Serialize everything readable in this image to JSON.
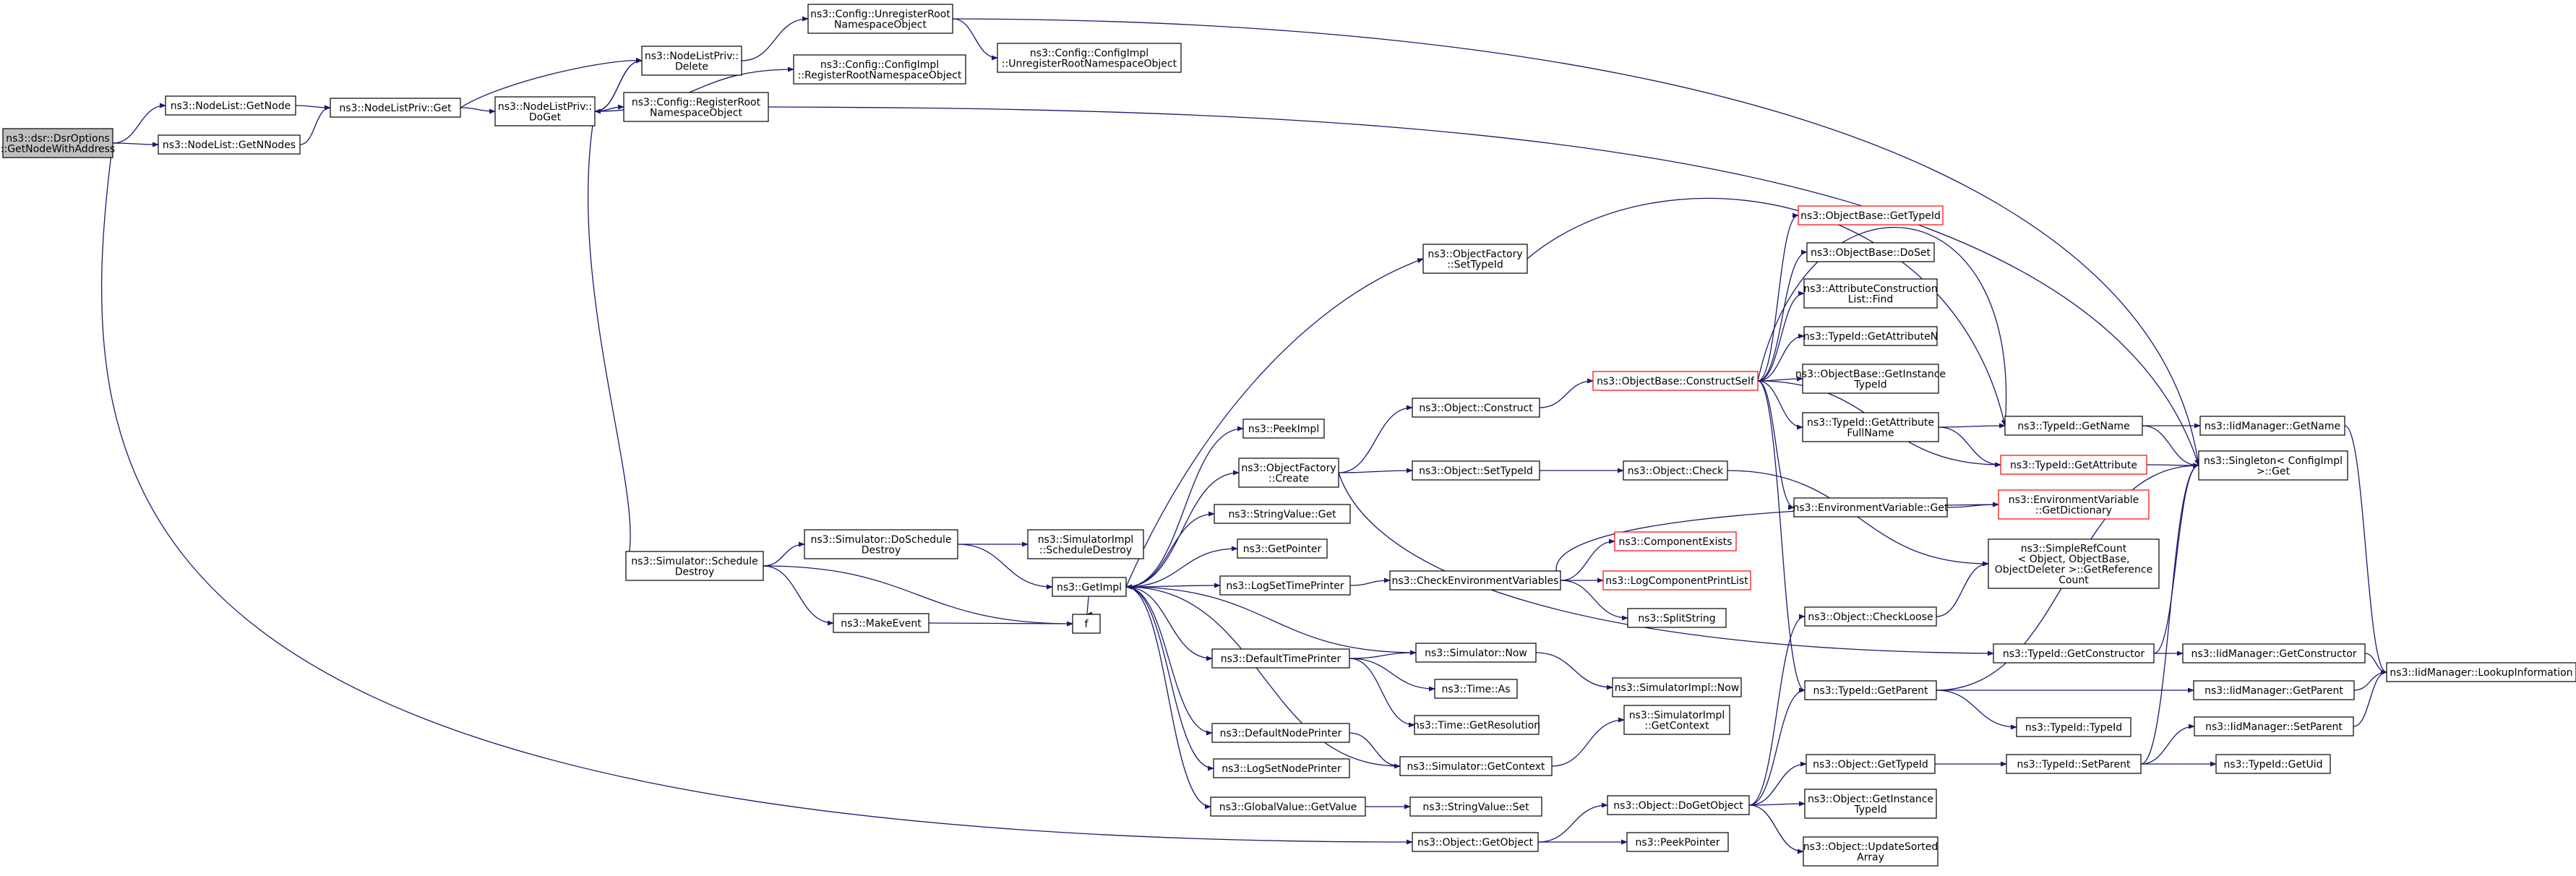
{
  "colors": {
    "edge": "#191970",
    "node_border": "#000000",
    "broken_border": "#ff0000",
    "root_fill": "#bfbfbf",
    "node_fill": "#ffffff"
  },
  "nodes": {
    "root": {
      "lines": [
        "ns3::dsr::DsrOptions",
        "::GetNodeWithAddress"
      ],
      "root": true
    },
    "nl_getnode": {
      "lines": [
        "ns3::NodeList::GetNode"
      ]
    },
    "nl_getnnodes": {
      "lines": [
        "ns3::NodeList::GetNNodes"
      ]
    },
    "nlp_get": {
      "lines": [
        "ns3::NodeListPriv::Get"
      ]
    },
    "nlp_delete": {
      "lines": [
        "ns3::NodeListPriv::",
        "Delete"
      ]
    },
    "nlp_doget": {
      "lines": [
        "ns3::NodeListPriv::",
        "DoGet"
      ]
    },
    "cfg_unreg": {
      "lines": [
        "ns3::Config::UnregisterRoot",
        "NamespaceObject"
      ]
    },
    "cfgimpl_reg": {
      "lines": [
        "ns3::Config::ConfigImpl",
        "::RegisterRootNamespaceObject"
      ]
    },
    "cfg_reg": {
      "lines": [
        "ns3::Config::RegisterRoot",
        "NamespaceObject"
      ]
    },
    "cfgimpl_unreg": {
      "lines": [
        "ns3::Config::ConfigImpl",
        "::UnregisterRootNamespaceObject"
      ]
    },
    "sim_schedule_destroy": {
      "lines": [
        "ns3::Simulator::Schedule",
        "Destroy"
      ]
    },
    "sim_doschedule_destroy": {
      "lines": [
        "ns3::Simulator::DoSchedule",
        "Destroy"
      ]
    },
    "simimpl_schedule_destroy": {
      "lines": [
        "ns3::SimulatorImpl",
        "::ScheduleDestroy"
      ]
    },
    "makeevent": {
      "lines": [
        "ns3::MakeEvent"
      ]
    },
    "getimpl": {
      "lines": [
        "ns3::GetImpl"
      ]
    },
    "f": {
      "lines": [
        "f"
      ]
    },
    "of_settypeid": {
      "lines": [
        "ns3::ObjectFactory",
        "::SetTypeId"
      ]
    },
    "peekimpl": {
      "lines": [
        "ns3::PeekImpl"
      ]
    },
    "of_create": {
      "lines": [
        "ns3::ObjectFactory",
        "::Create"
      ]
    },
    "stringvalue_get": {
      "lines": [
        "ns3::StringValue::Get"
      ]
    },
    "getpointer": {
      "lines": [
        "ns3::GetPointer"
      ]
    },
    "logsettimeprinter": {
      "lines": [
        "ns3::LogSetTimePrinter"
      ]
    },
    "defaulttimeprinter": {
      "lines": [
        "ns3::DefaultTimePrinter"
      ]
    },
    "defaultnodeprinter": {
      "lines": [
        "ns3::DefaultNodePrinter"
      ]
    },
    "logsetnodeprinter": {
      "lines": [
        "ns3::LogSetNodePrinter"
      ]
    },
    "gv_getvalue": {
      "lines": [
        "ns3::GlobalValue::GetValue"
      ]
    },
    "obj_getobject": {
      "lines": [
        "ns3::Object::GetObject"
      ]
    },
    "obj_construct": {
      "lines": [
        "ns3::Object::Construct"
      ]
    },
    "obj_settypeid": {
      "lines": [
        "ns3::Object::SetTypeId"
      ]
    },
    "checkenvvars": {
      "lines": [
        "ns3::CheckEnvironmentVariables"
      ]
    },
    "sim_now": {
      "lines": [
        "ns3::Simulator::Now"
      ]
    },
    "time_as": {
      "lines": [
        "ns3::Time::As"
      ]
    },
    "time_getres": {
      "lines": [
        "ns3::Time::GetResolution"
      ]
    },
    "sim_getcontext": {
      "lines": [
        "ns3::Simulator::GetContext"
      ]
    },
    "stringvalue_set": {
      "lines": [
        "ns3::StringValue::Set"
      ]
    },
    "ob_constructself": {
      "lines": [
        "ns3::ObjectBase::ConstructSelf"
      ],
      "broken": true
    },
    "obj_check": {
      "lines": [
        "ns3::Object::Check"
      ]
    },
    "componentexists": {
      "lines": [
        "ns3::ComponentExists"
      ],
      "broken": true
    },
    "logcomponentprintlist": {
      "lines": [
        "ns3::LogComponentPrintList"
      ],
      "broken": true
    },
    "splitstring": {
      "lines": [
        "ns3::SplitString"
      ]
    },
    "simimpl_now": {
      "lines": [
        "ns3::SimulatorImpl::Now"
      ]
    },
    "simimpl_getcontext": {
      "lines": [
        "ns3::SimulatorImpl",
        "::GetContext"
      ]
    },
    "obj_dogetobject": {
      "lines": [
        "ns3::Object::DoGetObject"
      ]
    },
    "peekpointer": {
      "lines": [
        "ns3::PeekPointer"
      ]
    },
    "ob_gettypeid": {
      "lines": [
        "ns3::ObjectBase::GetTypeId"
      ],
      "broken": true
    },
    "ob_doset": {
      "lines": [
        "ns3::ObjectBase::DoSet"
      ]
    },
    "acl_find": {
      "lines": [
        "ns3::AttributeConstruction",
        "List::Find"
      ]
    },
    "tid_getattributen": {
      "lines": [
        "ns3::TypeId::GetAttributeN"
      ]
    },
    "ob_getinstancetypeid": {
      "lines": [
        "ns3::ObjectBase::GetInstance",
        "TypeId"
      ]
    },
    "tid_getattributefullname": {
      "lines": [
        "ns3::TypeId::GetAttribute",
        "FullName"
      ]
    },
    "envvar_get": {
      "lines": [
        "ns3::EnvironmentVariable::Get"
      ]
    },
    "obj_checkloose": {
      "lines": [
        "ns3::Object::CheckLoose"
      ]
    },
    "tid_getparent": {
      "lines": [
        "ns3::TypeId::GetParent"
      ]
    },
    "obj_gettypeid": {
      "lines": [
        "ns3::Object::GetTypeId"
      ]
    },
    "obj_getinstancetypeid": {
      "lines": [
        "ns3::Object::GetInstance",
        "TypeId"
      ]
    },
    "obj_updatesortedarray": {
      "lines": [
        "ns3::Object::UpdateSorted",
        "Array"
      ]
    },
    "tid_getname": {
      "lines": [
        "ns3::TypeId::GetName"
      ]
    },
    "tid_getattribute": {
      "lines": [
        "ns3::TypeId::GetAttribute"
      ],
      "broken": true
    },
    "envvar_getdictionary": {
      "lines": [
        "ns3::EnvironmentVariable",
        "::GetDictionary"
      ],
      "broken": true
    },
    "simplerefcount": {
      "lines": [
        "ns3::SimpleRefCount",
        "< Object, ObjectBase,",
        " ObjectDeleter >::GetReference",
        "Count"
      ]
    },
    "tid_getconstructor": {
      "lines": [
        "ns3::TypeId::GetConstructor"
      ]
    },
    "tid_typeid": {
      "lines": [
        "ns3::TypeId::TypeId"
      ]
    },
    "tid_setparent": {
      "lines": [
        "ns3::TypeId::SetParent"
      ]
    },
    "iid_getname": {
      "lines": [
        "ns3::IidManager::GetName"
      ]
    },
    "singleton_get": {
      "lines": [
        "ns3::Singleton< ConfigImpl",
        " >::Get"
      ]
    },
    "iid_getconstructor": {
      "lines": [
        "ns3::IidManager::GetConstructor"
      ]
    },
    "iid_getparent": {
      "lines": [
        "ns3::IidManager::GetParent"
      ]
    },
    "iid_setparent": {
      "lines": [
        "ns3::IidManager::SetParent"
      ]
    },
    "tid_getuid": {
      "lines": [
        "ns3::TypeId::GetUid"
      ]
    },
    "iid_lookupinfo": {
      "lines": [
        "ns3::IidManager::LookupInformation"
      ]
    }
  }
}
